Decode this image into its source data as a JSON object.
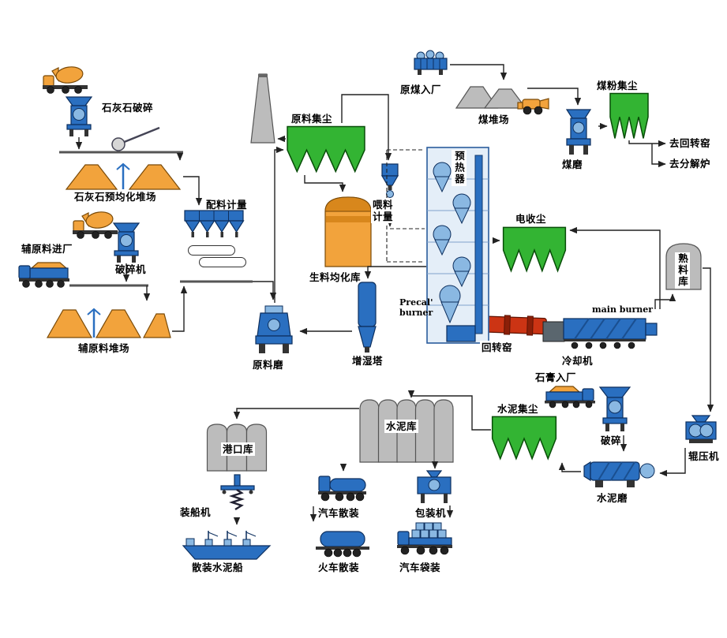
{
  "colors": {
    "equipment_blue": "#2a6fc0",
    "light_blue": "#8ab8e2",
    "dust_green": "#33b433",
    "material_orange": "#f2a33c",
    "orange_dark": "#d8871c",
    "silo_gray": "#bcbcbc",
    "kiln_red": "#cc3414"
  },
  "labels": {
    "limestone_crushing": "石灰石破碎",
    "limestone_preblend_yard": "石灰石预均化堆场",
    "batching_metering": "配料计量",
    "aux_material_entry": "辅原料进厂",
    "crusher": "破碎机",
    "aux_material_yard": "辅原料堆场",
    "raw_dust_collect": "原料集尘",
    "raw_meal_silo": "生料均化库",
    "feed_metering": "喂料\n计量",
    "raw_mill": "原料磨",
    "humidify_tower": "增湿塔",
    "preheater": "预热器",
    "precal_burner": "Precal'\nburner",
    "raw_coal_entry": "原煤入厂",
    "coal_yard": "煤堆场",
    "coal_dust_collect": "煤粉集尘",
    "coal_mill": "煤磨",
    "to_rotary_kiln": "去回转窑",
    "to_calciner": "去分解炉",
    "esp": "电收尘",
    "clinker_silo": "熟料库",
    "main_burner": "main burner",
    "rotary_kiln": "回转窑",
    "cooler": "冷却机",
    "gypsum_entry": "石膏入厂",
    "cement_dust_collect": "水泥集尘",
    "crush": "破碎",
    "roller_press": "辊压机",
    "cement_mill": "水泥磨",
    "cement_silo": "水泥库",
    "port_silo": "港口库",
    "ship_loader": "装船机",
    "bulk_cement_ship": "散装水泥船",
    "truck_bulk": "汽车散装",
    "train_bulk": "火车散装",
    "packing_machine": "包装机",
    "truck_bagged": "汽车袋装"
  }
}
